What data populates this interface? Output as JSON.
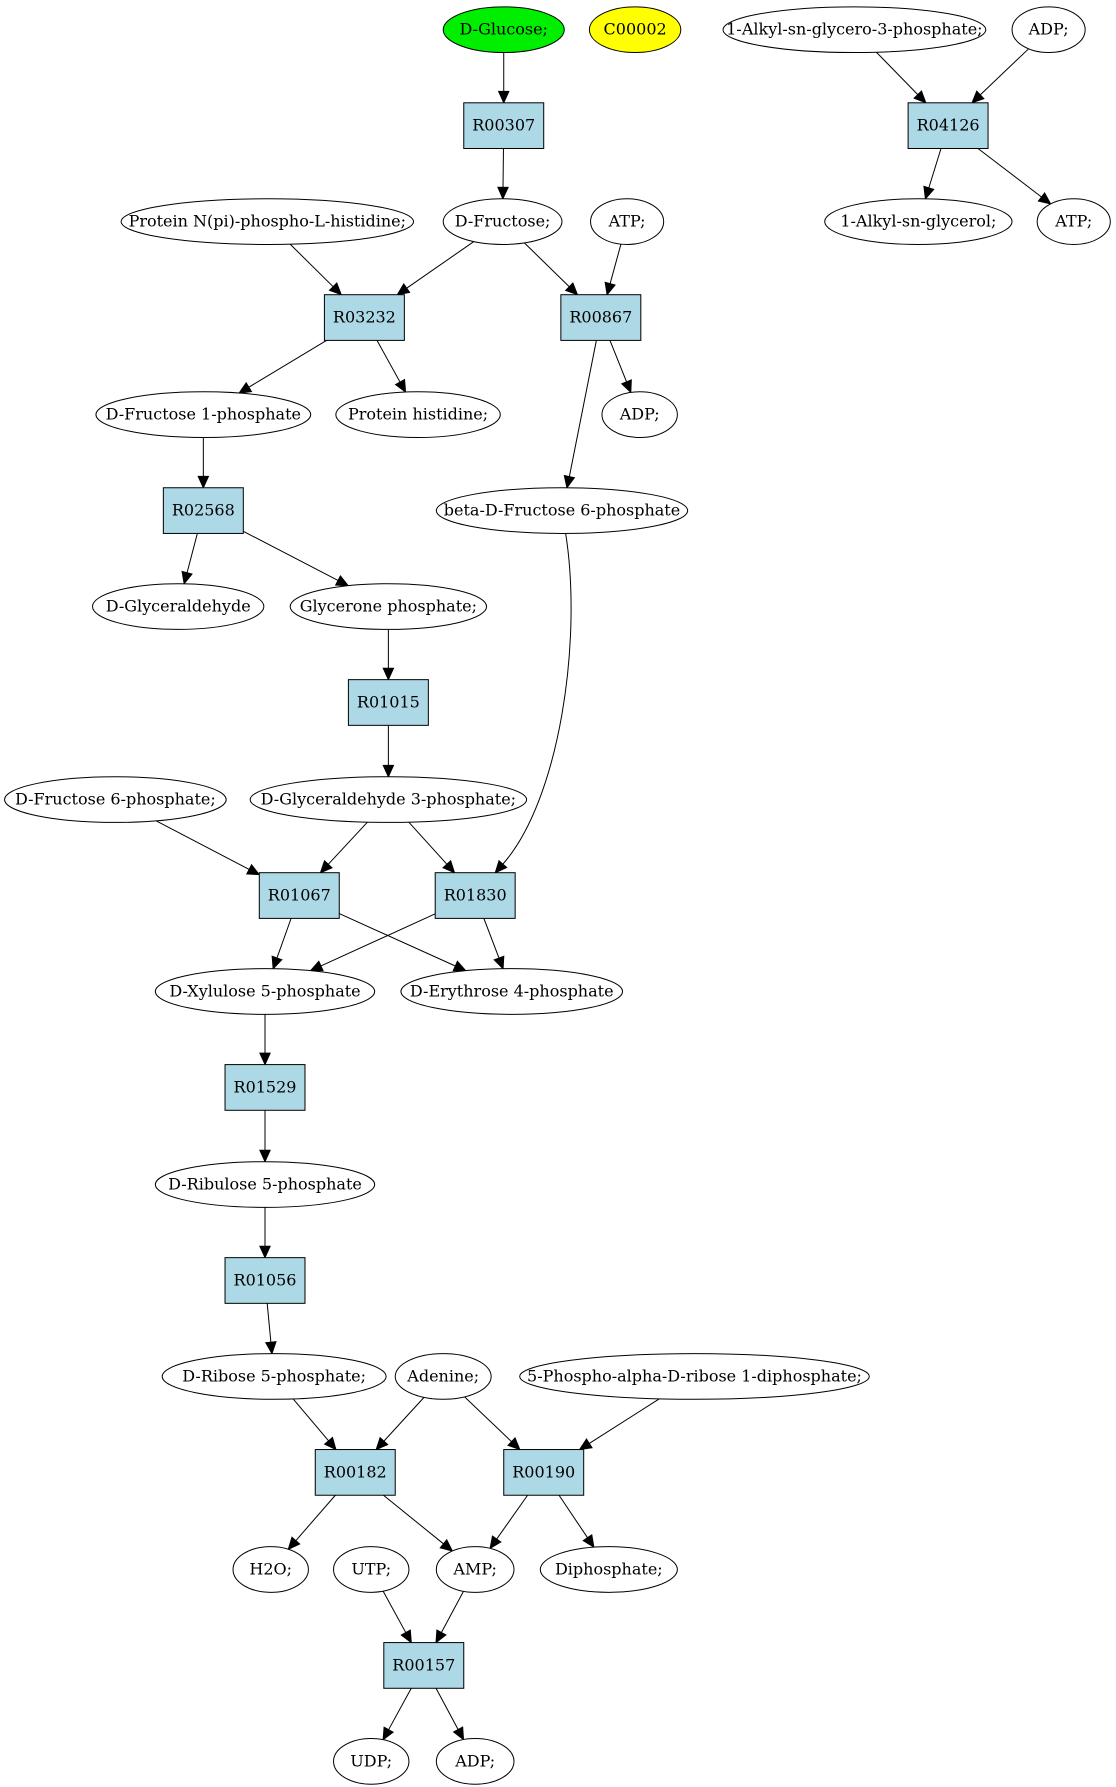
{
  "colors": {
    "reaction_fill": "#add8e6",
    "compound_fill": "#ffffff",
    "start_fill": "#00ee00",
    "highlight_fill": "#ffff00",
    "stroke": "#000000"
  },
  "compounds": [
    {
      "id": "dglucose",
      "label": "D-Glucose;",
      "style": "start"
    },
    {
      "id": "c00002",
      "label": "C00002",
      "style": "highlight"
    },
    {
      "id": "alkylglycerophos",
      "label": "1-Alkyl-sn-glycero-3-phosphate;"
    },
    {
      "id": "adp_top",
      "label": "ADP;"
    },
    {
      "id": "protein_phos",
      "label": "Protein N(pi)-phospho-L-histidine;"
    },
    {
      "id": "dfructose",
      "label": "D-Fructose;"
    },
    {
      "id": "atp_mid",
      "label": "ATP;"
    },
    {
      "id": "alkylglycerol",
      "label": "1-Alkyl-sn-glycerol;"
    },
    {
      "id": "atp_right",
      "label": "ATP;"
    },
    {
      "id": "dfructose1p",
      "label": "D-Fructose 1-phosphate"
    },
    {
      "id": "proteinhis",
      "label": "Protein histidine;"
    },
    {
      "id": "adp_mid",
      "label": "ADP;"
    },
    {
      "id": "betadf6p",
      "label": "beta-D-Fructose 6-phosphate"
    },
    {
      "id": "dglyceraldehyde",
      "label": "D-Glyceraldehyde"
    },
    {
      "id": "glyceronep",
      "label": "Glycerone phosphate;"
    },
    {
      "id": "df6p",
      "label": "D-Fructose 6-phosphate;"
    },
    {
      "id": "dg3p",
      "label": "D-Glyceraldehyde 3-phosphate;"
    },
    {
      "id": "dxyl5p",
      "label": "D-Xylulose 5-phosphate"
    },
    {
      "id": "de4p",
      "label": "D-Erythrose 4-phosphate"
    },
    {
      "id": "drib5p",
      "label": "D-Ribulose 5-phosphate"
    },
    {
      "id": "dribose5p",
      "label": "D-Ribose 5-phosphate;"
    },
    {
      "id": "adenine",
      "label": "Adenine;"
    },
    {
      "id": "prpp",
      "label": "5-Phospho-alpha-D-ribose 1-diphosphate;"
    },
    {
      "id": "h2o",
      "label": "H2O;"
    },
    {
      "id": "utp",
      "label": "UTP;"
    },
    {
      "id": "amp",
      "label": "AMP;"
    },
    {
      "id": "diphosphate",
      "label": "Diphosphate;"
    },
    {
      "id": "udp",
      "label": "UDP;"
    },
    {
      "id": "adp_bottom",
      "label": "ADP;"
    }
  ],
  "reactions": [
    {
      "id": "r00307",
      "label": "R00307"
    },
    {
      "id": "r04126",
      "label": "R04126"
    },
    {
      "id": "r03232",
      "label": "R03232"
    },
    {
      "id": "r00867",
      "label": "R00867"
    },
    {
      "id": "r02568",
      "label": "R02568"
    },
    {
      "id": "r01015",
      "label": "R01015"
    },
    {
      "id": "r01067",
      "label": "R01067"
    },
    {
      "id": "r01830",
      "label": "R01830"
    },
    {
      "id": "r01529",
      "label": "R01529"
    },
    {
      "id": "r01056",
      "label": "R01056"
    },
    {
      "id": "r00182",
      "label": "R00182"
    },
    {
      "id": "r00190",
      "label": "R00190"
    },
    {
      "id": "r00157",
      "label": "R00157"
    }
  ],
  "edges": [
    [
      "dglucose",
      "r00307"
    ],
    [
      "r00307",
      "dfructose"
    ],
    [
      "alkylglycerophos",
      "r04126"
    ],
    [
      "adp_top",
      "r04126"
    ],
    [
      "r04126",
      "alkylglycerol"
    ],
    [
      "r04126",
      "atp_right"
    ],
    [
      "protein_phos",
      "r03232"
    ],
    [
      "dfructose",
      "r03232"
    ],
    [
      "dfructose",
      "r00867"
    ],
    [
      "atp_mid",
      "r00867"
    ],
    [
      "r03232",
      "dfructose1p"
    ],
    [
      "r03232",
      "proteinhis"
    ],
    [
      "r00867",
      "adp_mid"
    ],
    [
      "r00867",
      "betadf6p"
    ],
    [
      "dfructose1p",
      "r02568"
    ],
    [
      "r02568",
      "dglyceraldehyde"
    ],
    [
      "r02568",
      "glyceronep"
    ],
    [
      "glyceronep",
      "r01015"
    ],
    [
      "r01015",
      "dg3p"
    ],
    [
      "df6p",
      "r01067"
    ],
    [
      "dg3p",
      "r01067"
    ],
    [
      "dg3p",
      "r01830"
    ],
    [
      "betadf6p",
      "r01830"
    ],
    [
      "r01067",
      "dxyl5p"
    ],
    [
      "r01067",
      "de4p"
    ],
    [
      "r01830",
      "dxyl5p"
    ],
    [
      "r01830",
      "de4p"
    ],
    [
      "dxyl5p",
      "r01529"
    ],
    [
      "r01529",
      "drib5p"
    ],
    [
      "drib5p",
      "r01056"
    ],
    [
      "r01056",
      "dribose5p"
    ],
    [
      "dribose5p",
      "r00182"
    ],
    [
      "adenine",
      "r00182"
    ],
    [
      "adenine",
      "r00190"
    ],
    [
      "prpp",
      "r00190"
    ],
    [
      "r00182",
      "h2o"
    ],
    [
      "r00182",
      "amp"
    ],
    [
      "r00190",
      "amp"
    ],
    [
      "r00190",
      "diphosphate"
    ],
    [
      "utp",
      "r00157"
    ],
    [
      "amp",
      "r00157"
    ],
    [
      "r00157",
      "udp"
    ],
    [
      "r00157",
      "adp_bottom"
    ]
  ]
}
